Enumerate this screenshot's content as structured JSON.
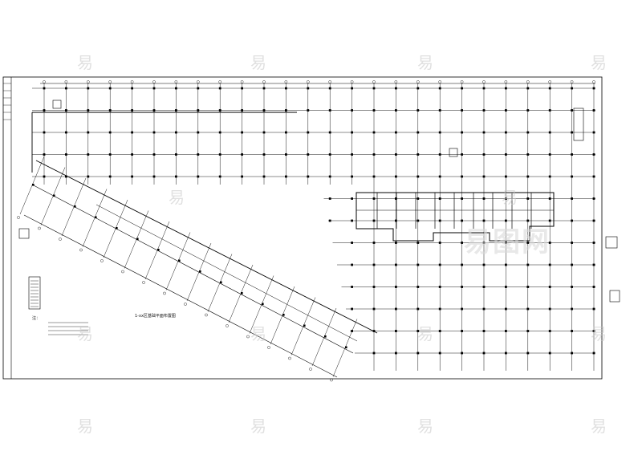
{
  "drawing": {
    "plan_title": "1-xx区基础平面布置图",
    "notes_label": "注："
  },
  "watermark": {
    "glyph": "易",
    "brand_text": "易图网"
  },
  "colors": {
    "line": "#000000",
    "watermark": "#c8c8c8",
    "background": "#ffffff"
  }
}
